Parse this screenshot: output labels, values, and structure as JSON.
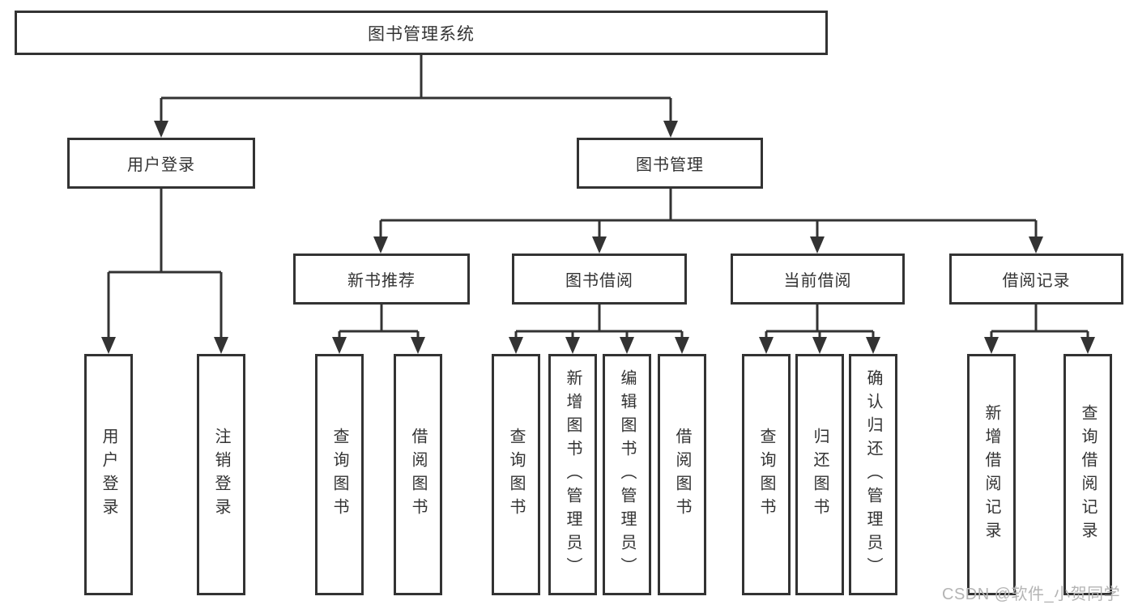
{
  "diagram": {
    "root": {
      "label": "图书管理系统"
    },
    "branches": [
      {
        "label": "用户登录",
        "children": [
          {
            "label": "用户登录"
          },
          {
            "label": "注销登录"
          }
        ]
      },
      {
        "label": "图书管理",
        "children": [
          {
            "label": "新书推荐",
            "children": [
              {
                "label": "查询图书"
              },
              {
                "label": "借阅图书"
              }
            ]
          },
          {
            "label": "图书借阅",
            "children": [
              {
                "label": "查询图书"
              },
              {
                "label": "新增图书（管理员）"
              },
              {
                "label": "编辑图书（管理员）"
              },
              {
                "label": "借阅图书"
              }
            ]
          },
          {
            "label": "当前借阅",
            "children": [
              {
                "label": "查询图书"
              },
              {
                "label": "归还图书"
              },
              {
                "label": "确认归还（管理员）"
              }
            ]
          },
          {
            "label": "借阅记录",
            "children": [
              {
                "label": "新增借阅记录"
              },
              {
                "label": "查询借阅记录"
              }
            ]
          }
        ]
      }
    ]
  },
  "watermark": {
    "text": "CSDN @软件_小贺同学"
  },
  "colors": {
    "line": "#333333",
    "text": "#333333",
    "background": "#ffffff",
    "watermark": "#b4b4b4"
  }
}
